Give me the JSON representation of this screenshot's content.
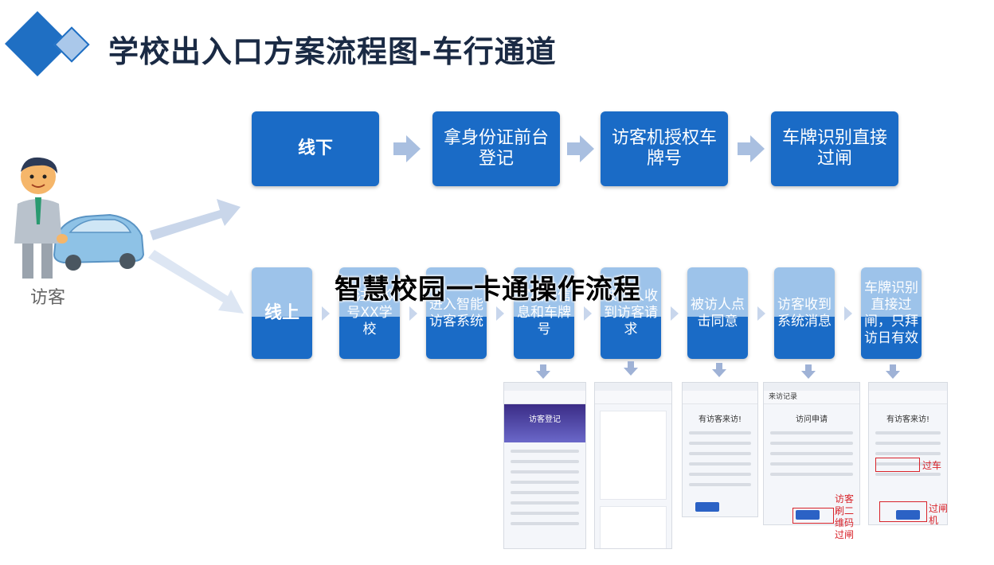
{
  "title": "学校出入口方案流程图-车行通道",
  "overlay_title": "智慧校园一卡通操作流程",
  "visitor_label": "访客",
  "offline": {
    "steps": [
      "线下",
      "拿身份证前台登记",
      "访客机授权车牌号",
      "车牌识别直接过闸"
    ]
  },
  "online": {
    "steps": [
      "线上",
      "关注公众号XX学校",
      "进入智能访客系统",
      "写相关信息和车牌号",
      "被访人收到访客请求",
      "被访人点击同意",
      "访客收到系统消息",
      "车牌识别直接过闸，只拜访日有效"
    ]
  },
  "phones": {
    "p1_banner": "访客登记",
    "p3_heading": "有访客来访!",
    "p4_title": "来访记录",
    "p4_heading": "访问申请",
    "p5_heading": "有访客来访!"
  },
  "notes": {
    "scan": "访客刷二维码过闸",
    "pass_car": "过车",
    "gate": "过闸机"
  },
  "colors": {
    "primary": "#1a6bc6",
    "light": "#9dc3ea",
    "arrow": "#a9bfe0",
    "note_red": "#d8232a"
  }
}
